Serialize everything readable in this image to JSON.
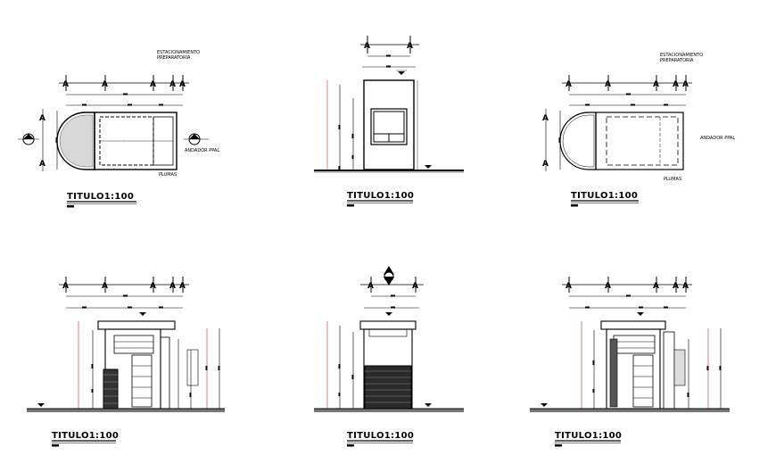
{
  "drawing": {
    "titles": [
      "TITULO1:100",
      "TITULO1:100",
      "TITULO1:100",
      "TITULO1:100",
      "TITULO1:100",
      "TITULO1:100"
    ],
    "axis_label": "A",
    "notes": {
      "parking_line1": "ESTACIONAMIENTO",
      "parking_line2": "PREPARATORIA",
      "walkway": "ANDADOR PPAL",
      "barriers": "PLUMAS"
    }
  }
}
